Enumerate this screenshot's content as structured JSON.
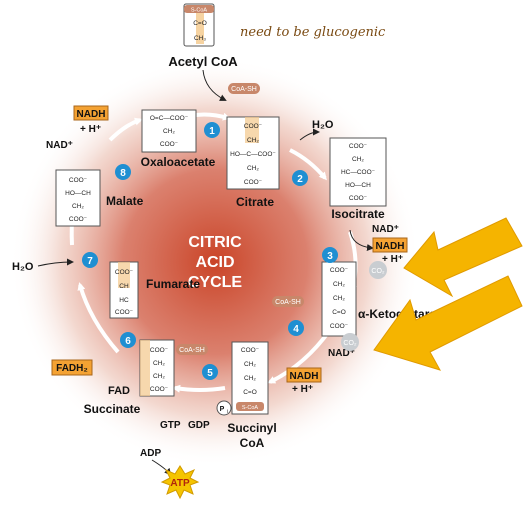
{
  "colors": {
    "center": "#c73a1c",
    "cycle_arrow": "#ffffff",
    "step_badge": "#1f8fd2",
    "cofactor_box": "#f4a233",
    "big_arrow": "#f5b400",
    "coa_pill": "#c8876a",
    "co2_bubble": "#c9cdd1"
  },
  "note": "need to be glucogenic",
  "center_title": [
    "CITRIC",
    "ACID",
    "CYCLE"
  ],
  "molecules": {
    "acetyl_coa": "Acetyl CoA",
    "oxaloacetate": "Oxaloacetate",
    "citrate": "Citrate",
    "isocitrate": "Isocitrate",
    "alpha_ketoglutarate": "α-Ketoglutarate",
    "succinyl_coa_1": "Succinyl",
    "succinyl_coa_2": "CoA",
    "succinate": "Succinate",
    "fumarate": "Fumarate",
    "malate": "Malate"
  },
  "steps": [
    "1",
    "2",
    "3",
    "4",
    "5",
    "6",
    "7",
    "8"
  ],
  "cofactors": {
    "nadh": "NADH",
    "nad": "NAD⁺",
    "h_plus": "+ H⁺",
    "fadh2": "FADH₂",
    "fad": "FAD",
    "gtp": "GTP",
    "gdp": "GDP",
    "adp": "ADP",
    "atp": "ATP",
    "pi": "P",
    "pi_sub": "i",
    "h2o": "H₂O",
    "co2": "CO₂",
    "coa_sh": "CoA-SH",
    "s_coa": "S-CoA"
  }
}
